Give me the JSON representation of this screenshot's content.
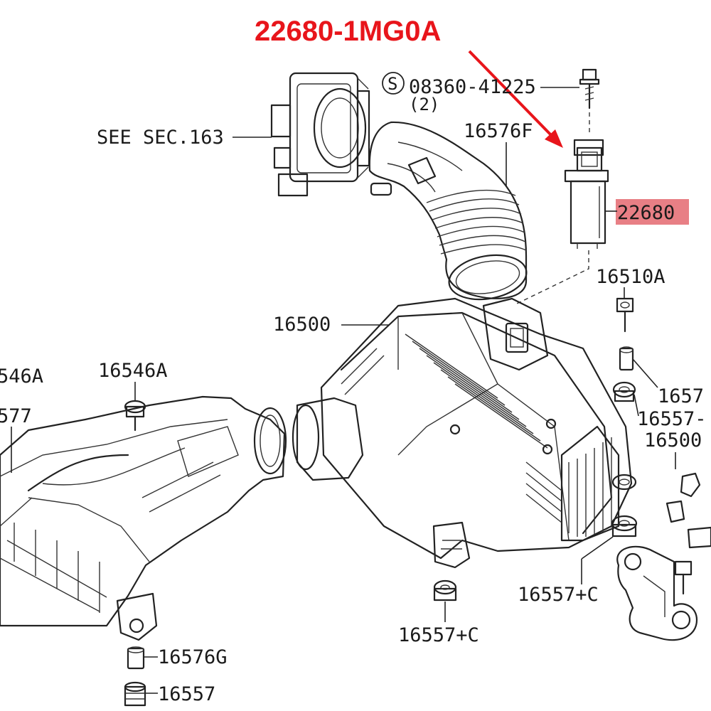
{
  "callout": {
    "part_number": "22680-1MG0A",
    "color": "#e8151b",
    "highlight_color": "#e87f85"
  },
  "labels": {
    "bolt_spec": "08360-41225",
    "bolt_qty": "(2)",
    "see_sec": "SEE SEC.163",
    "hose": "16576F",
    "maf_sensor": "22680",
    "clamp_a": "16510A",
    "air_cleaner": "16500",
    "mount_a_left": "546A",
    "mount_a": "16546A",
    "duct_left": "577",
    "grommet_r1": "1657",
    "grommet_r2": "16557-",
    "air_cleaner_r": "16500",
    "grommet_c1": "16557+C",
    "grommet_c2": "16557+C",
    "grommet_g": "16576G",
    "grommet_bottom": "16557"
  },
  "icons": {
    "bolt_symbol": "S"
  }
}
